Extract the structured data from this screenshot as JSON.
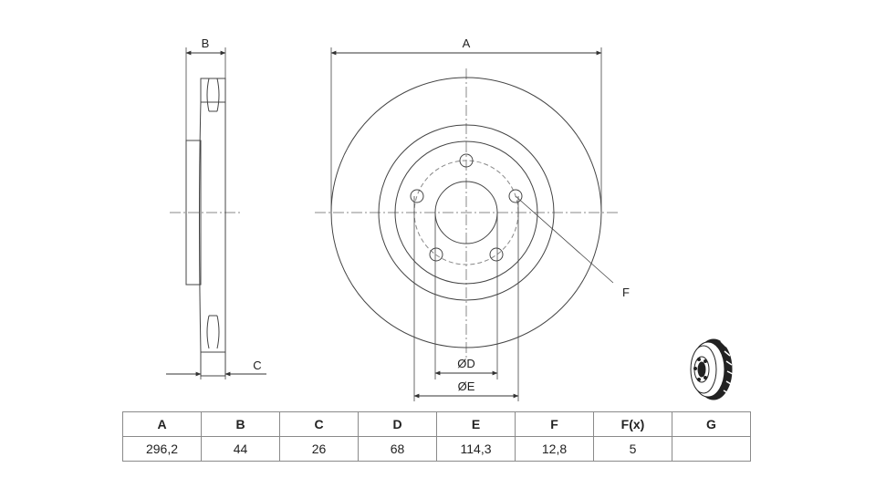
{
  "diagram": {
    "labels": {
      "side_width": "B",
      "outer_diameter": "A",
      "hub_height": "C",
      "bolt_hole": "F",
      "center_bore": "ØD",
      "pitch_circle": "ØE"
    }
  },
  "spec_table": {
    "headers": [
      "A",
      "B",
      "C",
      "D",
      "E",
      "F",
      "F(x)",
      "G"
    ],
    "values": [
      "296,2",
      "44",
      "26",
      "68",
      "114,3",
      "12,8",
      "5",
      ""
    ]
  }
}
